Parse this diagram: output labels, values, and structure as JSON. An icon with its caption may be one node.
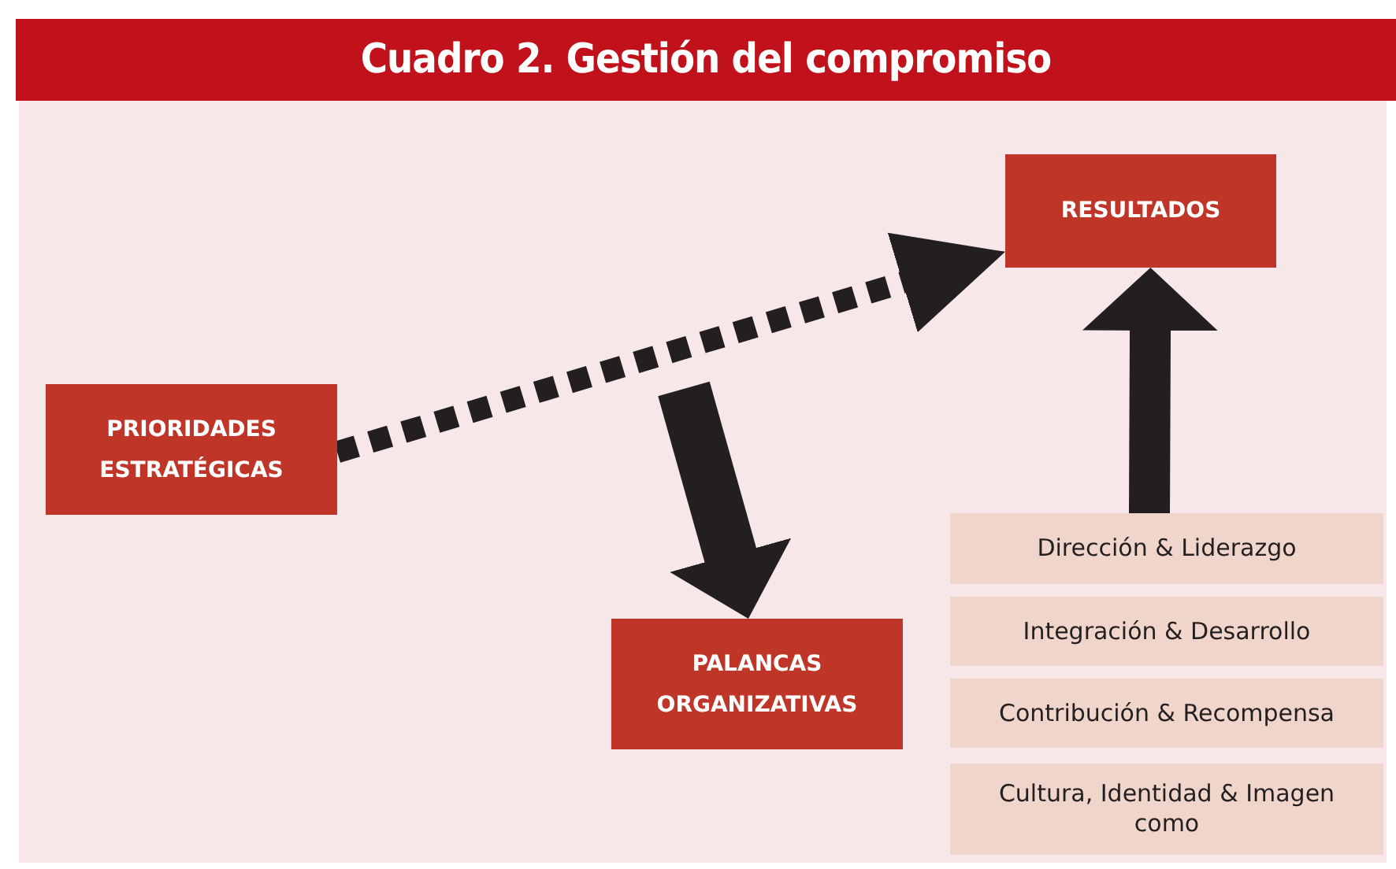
{
  "diagram": {
    "title": "Cuadro 2. Gestión del compromiso",
    "nodes": [
      {
        "text": [
          "RESULTADOS"
        ]
      },
      {
        "text": [
          "PRIORIDADES ESTRATÉGICAS"
        ]
      },
      {
        "text": [
          "PALANCAS ORGANIZATIVAS"
        ]
      },
      {
        "text": [
          "Dirección & Liderazgo"
        ]
      },
      {
        "text": [
          "Integración & Desarrollo"
        ]
      },
      {
        "text": [
          "Contribución & Recompensa"
        ]
      },
      {
        "text": [
          "Cultura, Identidad & Imagen como"
        ]
      }
    ],
    "edges": [
      {
        "from": 1,
        "to": 0,
        "arrow": "to",
        "style": "dashed"
      },
      {
        "from": null,
        "to": 2,
        "arrow": "to"
      },
      {
        "from": 3,
        "to": 0,
        "arrow": "to"
      }
    ]
  }
}
